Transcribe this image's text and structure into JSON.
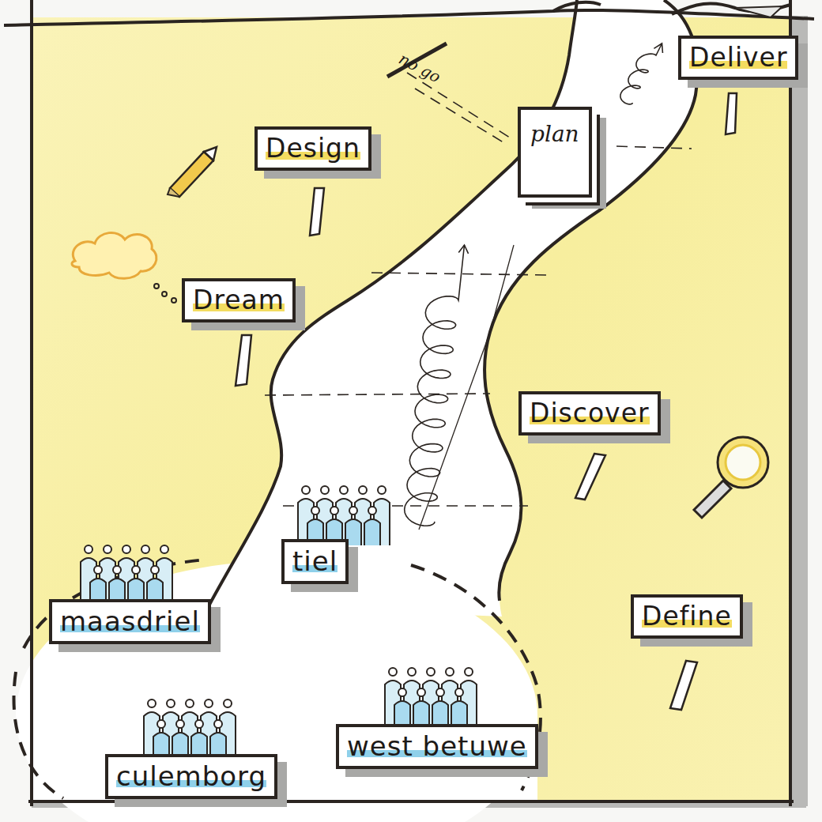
{
  "diagram": {
    "nodes": [
      {
        "text": [
          "Deliver"
        ]
      },
      {
        "text": [
          "Design"
        ]
      },
      {
        "text": [
          "plan"
        ]
      },
      {
        "text": [
          "Dream"
        ]
      },
      {
        "text": [
          "Discover"
        ]
      },
      {
        "text": [
          "tiel"
        ]
      },
      {
        "text": [
          "maasdriel"
        ]
      },
      {
        "text": [
          "Define"
        ]
      },
      {
        "text": [
          "west betuwe"
        ]
      },
      {
        "text": [
          "culemborg"
        ]
      }
    ],
    "labels": [
      "no go"
    ]
  }
}
